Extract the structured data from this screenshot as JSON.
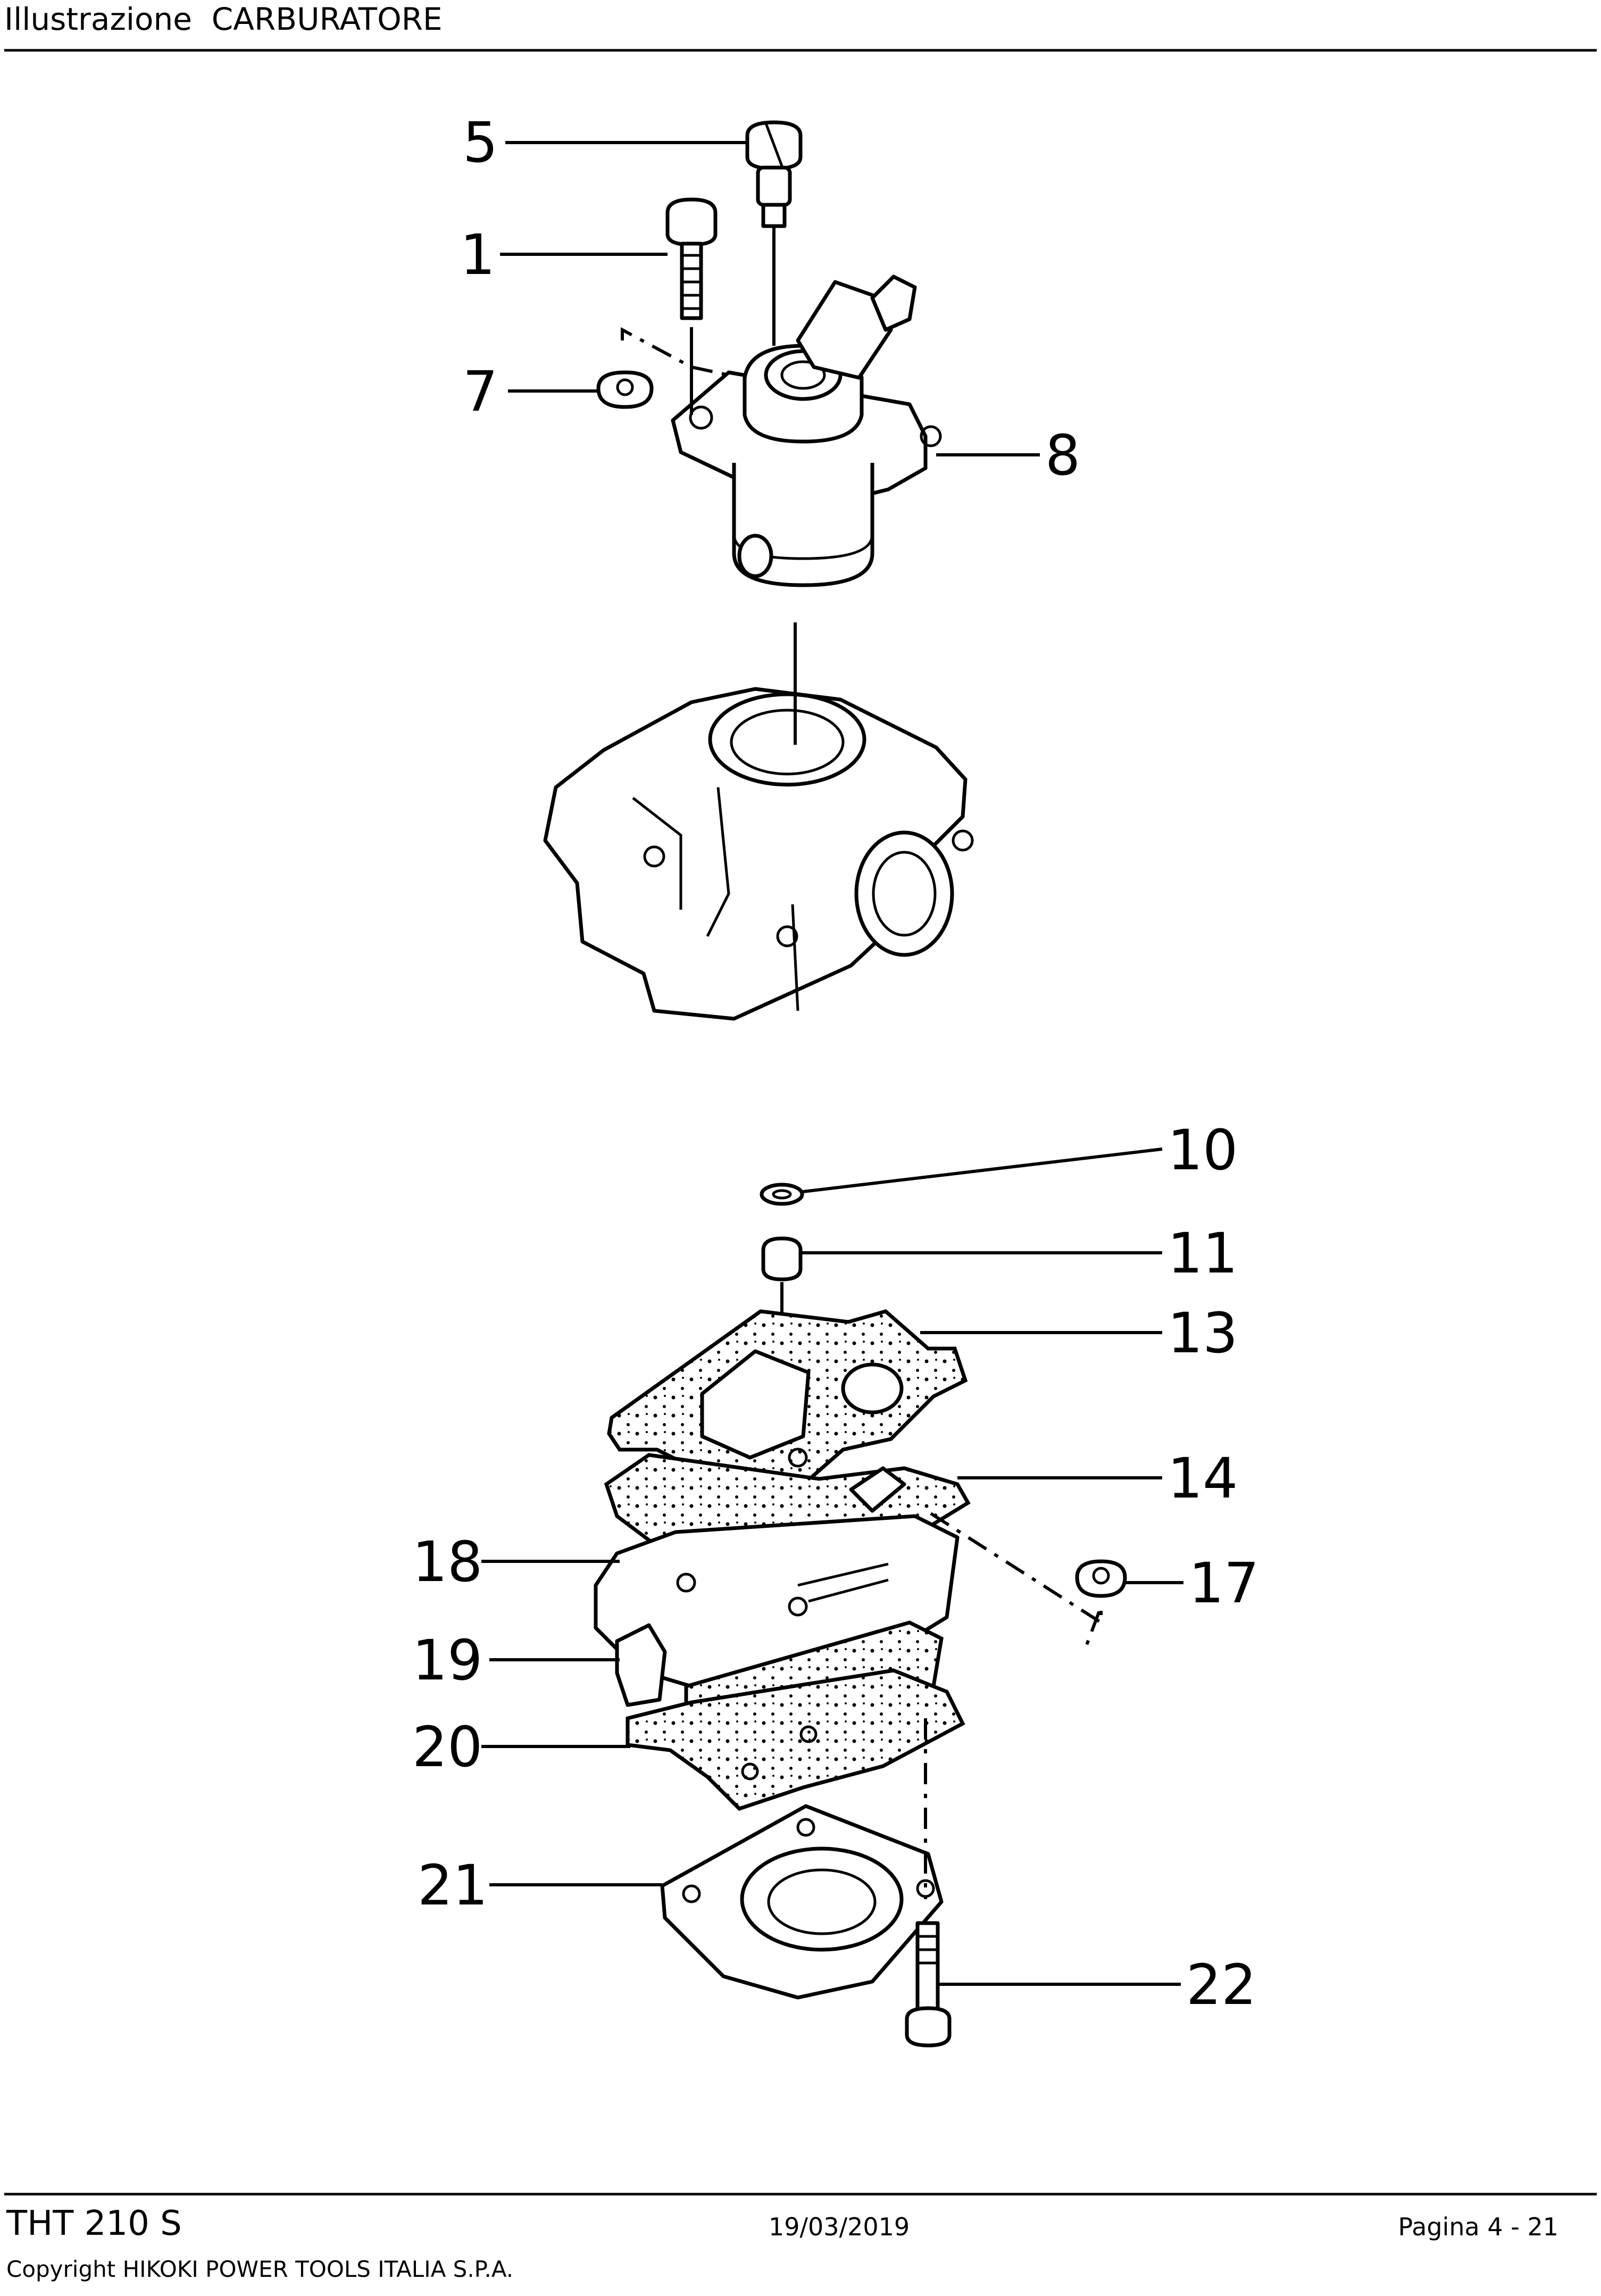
{
  "header": {
    "title": "Illustrazione  CARBURATORE"
  },
  "footer": {
    "model": "THT 210 S",
    "date": "19/03/2019",
    "page": "Pagina 4 - 21",
    "copyright": "Copyright HIKOKI POWER TOOLS ITALIA S.P.A."
  },
  "callouts": [
    {
      "id": "c5",
      "label": "5"
    },
    {
      "id": "c1",
      "label": "1"
    },
    {
      "id": "c7",
      "label": "7"
    },
    {
      "id": "c8",
      "label": "8"
    },
    {
      "id": "c10",
      "label": "10"
    },
    {
      "id": "c11",
      "label": "11"
    },
    {
      "id": "c13",
      "label": "13"
    },
    {
      "id": "c14",
      "label": "14"
    },
    {
      "id": "c17",
      "label": "17"
    },
    {
      "id": "c18",
      "label": "18"
    },
    {
      "id": "c19",
      "label": "19"
    },
    {
      "id": "c20",
      "label": "20"
    },
    {
      "id": "c21",
      "label": "21"
    },
    {
      "id": "c22",
      "label": "22"
    }
  ]
}
